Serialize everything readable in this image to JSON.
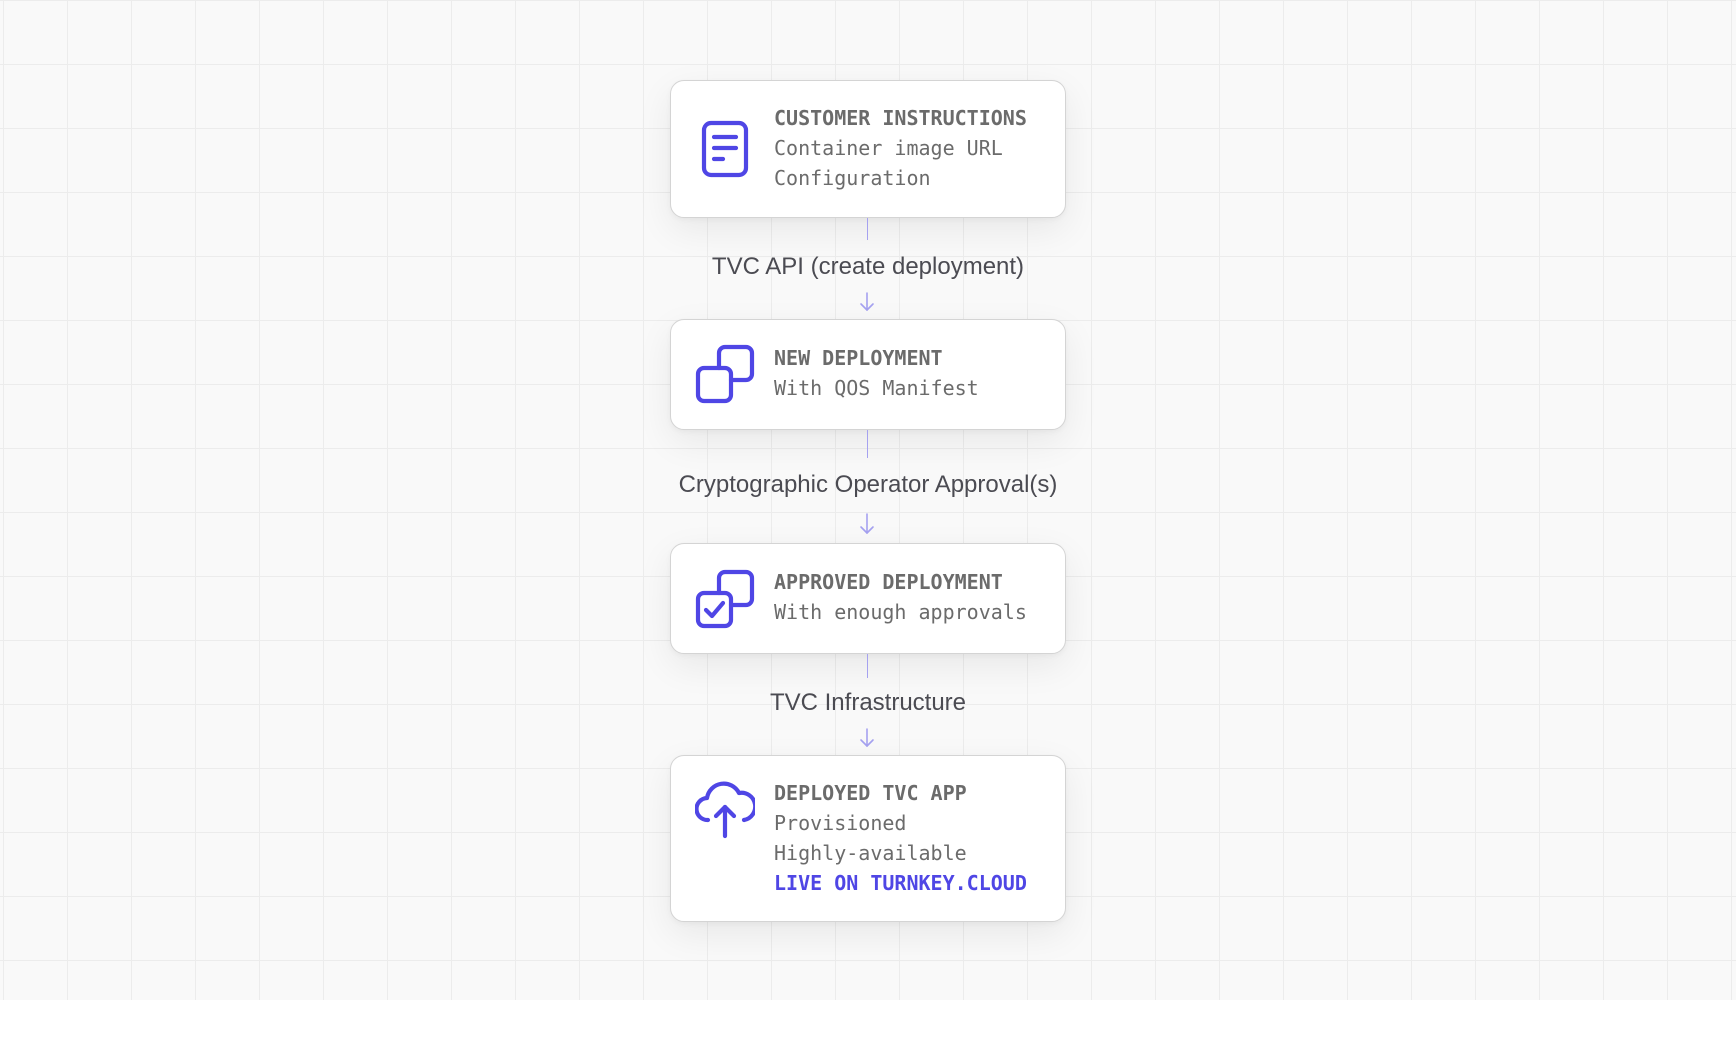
{
  "colors": {
    "accent": "#4f46e5",
    "connector": "#a5a1f0",
    "card_text": "#6b6b6b",
    "label_text": "#4b4b52"
  },
  "steps": [
    {
      "icon": "document-icon",
      "title": "CUSTOMER INSTRUCTIONS",
      "lines": [
        "Container image URL",
        "Configuration"
      ]
    },
    {
      "icon": "copy-icon",
      "title": "NEW DEPLOYMENT",
      "lines": [
        "With QOS Manifest"
      ]
    },
    {
      "icon": "copy-check-icon",
      "title": "APPROVED DEPLOYMENT",
      "lines": [
        "With enough approvals"
      ]
    },
    {
      "icon": "cloud-upload-icon",
      "title": "DEPLOYED TVC APP",
      "lines": [
        "Provisioned",
        "Highly-available"
      ],
      "highlight": "LIVE ON TURNKEY.CLOUD"
    }
  ],
  "transitions": [
    "TVC API (create deployment)",
    "Cryptographic Operator Approval(s)",
    "TVC Infrastructure"
  ]
}
